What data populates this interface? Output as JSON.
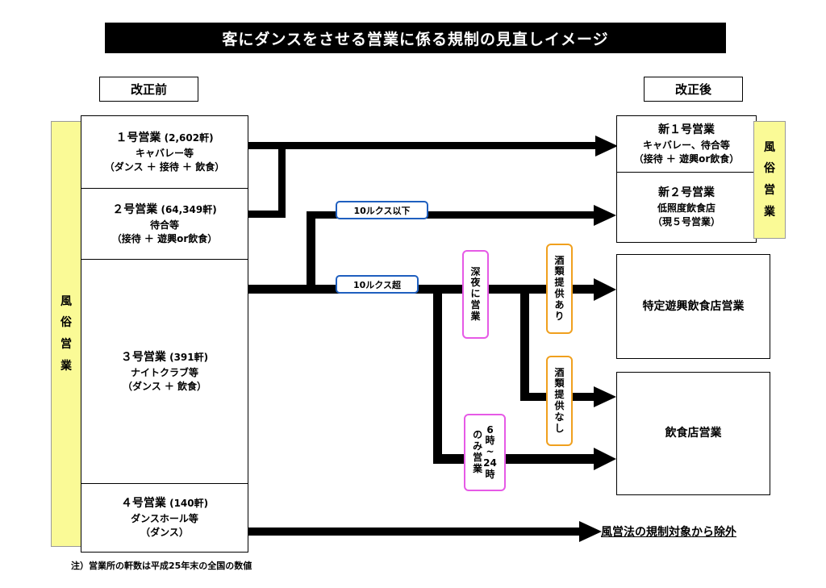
{
  "title": "客にダンスをさせる営業に係る規制の見直しイメージ",
  "before_label": "改正前",
  "after_label": "改正後",
  "fuzoku_left": [
    "風",
    "俗",
    "営",
    "業"
  ],
  "fuzoku_right": [
    "風",
    "俗",
    "営",
    "業"
  ],
  "before": {
    "b1": {
      "title": "１号営業",
      "count": "(2,602軒)",
      "line1": "キャバレー等",
      "line2": "（ダンス ＋ 接待 ＋ 飲食）"
    },
    "b2": {
      "title": "２号営業",
      "count": "(64,349軒)",
      "line1": "待合等",
      "line2": "（接待 ＋ 遊興or飲食）"
    },
    "b3": {
      "title": "３号営業",
      "count": "(391軒)",
      "line1": "ナイトクラブ等",
      "line2": "（ダンス ＋ 飲食）"
    },
    "b4": {
      "title": "４号営業",
      "count": "(140軒)",
      "line1": "ダンスホール等",
      "line2": "（ダンス）"
    }
  },
  "after": {
    "a1": {
      "title": "新１号営業",
      "line1": "キャバレー、待合等",
      "line2": "（接待 ＋ 遊興or飲食）"
    },
    "a2": {
      "title": "新２号営業",
      "line1": "低照度飲食店",
      "line2": "（現５号営業）"
    },
    "a3": {
      "title": "特定遊興飲食店営業"
    },
    "a4": {
      "title": "飲食店営業"
    },
    "exclude": "風営法の規制対象から除外"
  },
  "conditions": {
    "lux_low": "10ルクス以下",
    "lux_high": "10ルクス超",
    "late_night": [
      "深",
      "夜",
      "に",
      "営",
      "業"
    ],
    "alcohol_yes": [
      "酒",
      "類",
      "提",
      "供",
      "あ",
      "り"
    ],
    "alcohol_no": [
      "酒",
      "類",
      "提",
      "供",
      "な",
      "し"
    ],
    "daytime": [
      "6",
      "時",
      "~",
      "24",
      "時",
      "の",
      "み",
      "営",
      "業"
    ]
  },
  "note": "注）営業所の軒数は平成25年末の全国の数値"
}
